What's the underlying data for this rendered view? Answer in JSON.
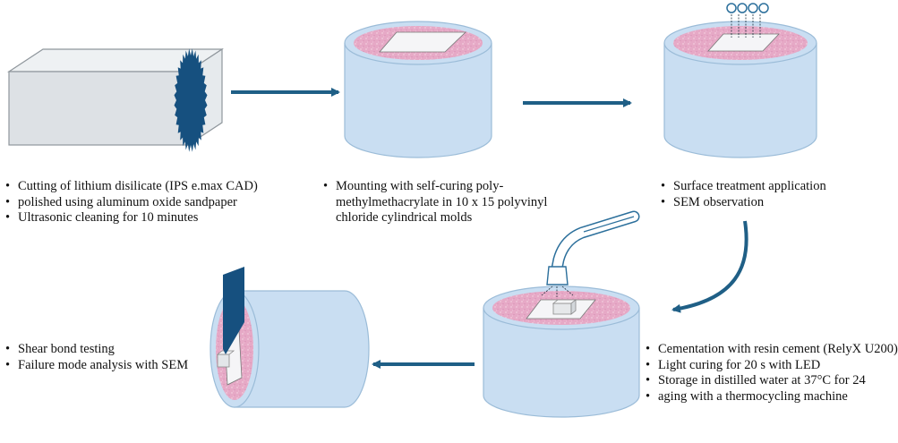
{
  "steps": [
    {
      "items": [
        "Cutting of lithium disilicate (IPS e.max CAD)",
        "polished using aluminum oxide sandpaper",
        "Ultrasonic cleaning for 10 minutes"
      ]
    },
    {
      "items": [
        "Mounting with self-curing poly-methylmethacrylate in 10 x 15 polyvinyl chloride cylindrical molds"
      ]
    },
    {
      "items": [
        "Surface treatment application",
        "SEM observation"
      ]
    },
    {
      "items": [
        "Cementation with resin cement (RelyX U200)",
        "Light curing for 20 s with LED",
        "Storage in distilled water at 37°C for 24",
        " aging with a thermocycling machine"
      ]
    },
    {
      "items": [
        "Shear bond testing",
        "Failure mode analysis with SEM"
      ]
    }
  ],
  "colors": {
    "arrow": "#1f5f86",
    "blade": "#16507f",
    "cylinder_fill": "#c9def2",
    "cylinder_stroke": "#9bbcd8",
    "pink_surface": "#e6a9c6",
    "block_front": "#dde1e5",
    "block_side": "#eef1f3"
  },
  "icons": [
    "saw-blade-icon",
    "curing-light-icon",
    "shear-blade-icon"
  ]
}
